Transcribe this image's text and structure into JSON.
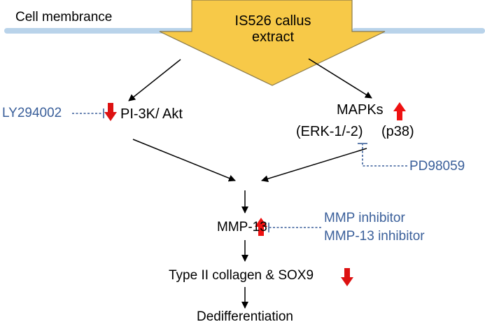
{
  "membrane_label": "Cell membrance",
  "extract": {
    "line1": "IS526 callus",
    "line2": "extract"
  },
  "pathways": {
    "pi3k": "PI-3K/ Akt",
    "mapks": "MAPKs",
    "erk": "(ERK-1/-2)",
    "p38": "(p38)"
  },
  "inhibitors": {
    "ly": "LY294002",
    "pd": "PD98059",
    "mmp": "MMP inhibitor",
    "mmp13": "MMP-13 inhibitor"
  },
  "nodes": {
    "mmp13": "MMP-13",
    "collagen": "Type II collagen & SOX9",
    "dediff": "Dedifferentiation"
  },
  "colors": {
    "membrane": "#b9d3ea",
    "extract_fill": "#f7c948",
    "extract_stroke": "#8a7a4a",
    "up_arrow": "#ee1111",
    "down_arrow": "#dd1111",
    "inhibitor_text": "#3a5f9a"
  },
  "arrow_directions": {
    "pi3k": "down",
    "mapks": "up",
    "mmp13": "up",
    "collagen": "down"
  }
}
